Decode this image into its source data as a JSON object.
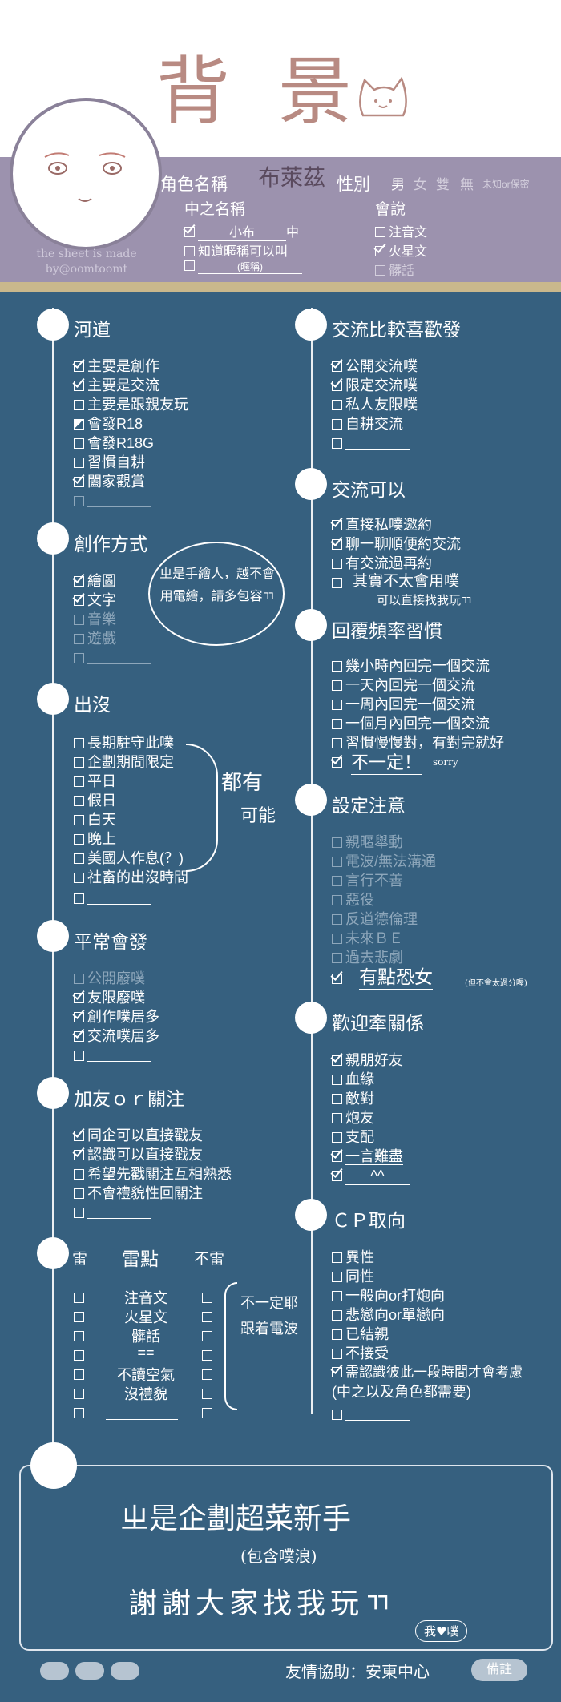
{
  "header": {
    "title": "背景",
    "credit": "the sheet is made by@oomtoomt",
    "name_label": "角色名稱",
    "name_value": "布萊茲",
    "gender_label": "性別",
    "gender_options": [
      "男",
      "女",
      "雙",
      "無"
    ],
    "gender_extra": "未知or保密",
    "chuzhi_label": "中之名稱",
    "chuzhi_rows": [
      {
        "text": "小布",
        "suffix": "中",
        "checked": true
      },
      {
        "text": "知道暱稱可以叫",
        "checked": false
      },
      {
        "text": "(暱稱)",
        "checked": false
      }
    ],
    "speech_label": "會說",
    "speech_items": [
      {
        "text": "注音文",
        "checked": false
      },
      {
        "text": "火星文",
        "checked": true
      },
      {
        "text": "髒話",
        "checked": false
      }
    ]
  },
  "sections": {
    "hedao": {
      "title": "河道",
      "items": [
        {
          "text": "主要是創作",
          "checked": true
        },
        {
          "text": "主要是交流",
          "checked": true
        },
        {
          "text": "主要是跟親友玩",
          "checked": false
        },
        {
          "text": "會發R18",
          "half": true
        },
        {
          "text": "會發R18G",
          "checked": false
        },
        {
          "text": "習慣自耕",
          "checked": false
        },
        {
          "text": "闔家觀賞",
          "checked": true
        }
      ]
    },
    "chuangzuo": {
      "title": "創作方式",
      "items": [
        {
          "text": "繪圖",
          "checked": true
        },
        {
          "text": "文字",
          "checked": true
        },
        {
          "text": "音樂",
          "dim": true
        },
        {
          "text": "遊戲",
          "dim": true
        }
      ],
      "note": "ㄓ是手繪人，越不會用電繪，請多包容ㄲ"
    },
    "chumo": {
      "title": "出沒",
      "items": [
        {
          "text": "長期駐守此噗"
        },
        {
          "text": "企劃期間限定"
        },
        {
          "text": "平日"
        },
        {
          "text": "假日"
        },
        {
          "text": "白天"
        },
        {
          "text": "晚上"
        },
        {
          "text": "美國人作息(？)"
        },
        {
          "text": "社畜的出沒時間"
        }
      ],
      "note1": "都有",
      "note2": "可能"
    },
    "pingchang": {
      "title": "平常會發",
      "items": [
        {
          "text": "公開廢噗",
          "dim": true
        },
        {
          "text": "友限廢噗",
          "checked": true
        },
        {
          "text": "創作噗居多",
          "checked": true
        },
        {
          "text": "交流噗居多",
          "checked": true
        }
      ]
    },
    "jiayou": {
      "title": "加友ｏｒ關注",
      "items": [
        {
          "text": "同企可以直接戳友",
          "checked": true
        },
        {
          "text": "認識可以直接戳友",
          "checked": true
        },
        {
          "text": "希望先戳關注互相熟悉"
        },
        {
          "text": "不會禮貌性回關注"
        }
      ]
    },
    "lei": {
      "title_left": "雷",
      "title_mid": "雷點",
      "title_right": "不雷",
      "items": [
        "注音文",
        "火星文",
        "髒話",
        "==",
        "不讀空氣",
        "沒禮貌"
      ],
      "note1": "不一定耶",
      "note2": "跟着電波"
    },
    "jiaoliu": {
      "title": "交流比較喜歡發",
      "items": [
        {
          "text": "公開交流噗",
          "checked": true
        },
        {
          "text": "限定交流噗",
          "checked": true
        },
        {
          "text": "私人友限噗"
        },
        {
          "text": "自耕交流"
        }
      ]
    },
    "keyi": {
      "title": "交流可以",
      "items": [
        {
          "text": "直接私噗邀約",
          "checked": true
        },
        {
          "text": "聊一聊順便約交流",
          "checked": true
        },
        {
          "text": "有交流過再約"
        }
      ],
      "note1": "其實不太會用噗",
      "note2": "可以直接找我玩ㄲ"
    },
    "huifu": {
      "title": "回覆頻率習慣",
      "items": [
        {
          "text": "幾小時內回完一個交流"
        },
        {
          "text": "一天內回完一個交流"
        },
        {
          "text": "一周內回完一個交流"
        },
        {
          "text": "一個月內回完一個交流"
        },
        {
          "text": "習慣慢慢對，有對完就好"
        }
      ],
      "note": "不一定！",
      "note_small": "sorry"
    },
    "shezhi": {
      "title": "設定注意",
      "items": [
        {
          "text": "親暱舉動",
          "dim": true
        },
        {
          "text": "電波/無法溝通",
          "dim": true
        },
        {
          "text": "言行不善",
          "dim": true
        },
        {
          "text": "惡役",
          "dim": true
        },
        {
          "text": "反道德倫理",
          "dim": true
        },
        {
          "text": "未來ＢＥ",
          "dim": true
        },
        {
          "text": "過去悲劇",
          "dim": true
        }
      ],
      "note": "有點恐女",
      "note_small": "(但不會太過分喔)"
    },
    "huanying": {
      "title": "歡迎牽關係",
      "items": [
        {
          "text": "親朋好友",
          "checked": true
        },
        {
          "text": "血緣"
        },
        {
          "text": "敵對"
        },
        {
          "text": "炮友"
        },
        {
          "text": "支配"
        },
        {
          "text": "一言難盡",
          "checked": true
        },
        {
          "text": "^^",
          "checked": true
        }
      ]
    },
    "cp": {
      "title": "ＣＰ取向",
      "items": [
        {
          "text": "異性"
        },
        {
          "text": "同性"
        },
        {
          "text": "一般向or打炮向"
        },
        {
          "text": "悲戀向or單戀向"
        },
        {
          "text": "已結親"
        },
        {
          "text": "不接受"
        },
        {
          "text": "需認識彼此一段時間才會考慮",
          "checked": true
        },
        {
          "text": "(中之以及角色都需要)"
        }
      ]
    }
  },
  "remark": {
    "line1": "ㄓ是企劃超菜新手",
    "line2": "(包含噗浪)",
    "line3": "謝謝大家找我玩ㄲ",
    "stamp": "我♥噗",
    "help": "友情協助：安東中心",
    "tag": "備註"
  },
  "colors": {
    "header": "#9c92ae",
    "main": "#36607f",
    "title": "#b88a82"
  }
}
